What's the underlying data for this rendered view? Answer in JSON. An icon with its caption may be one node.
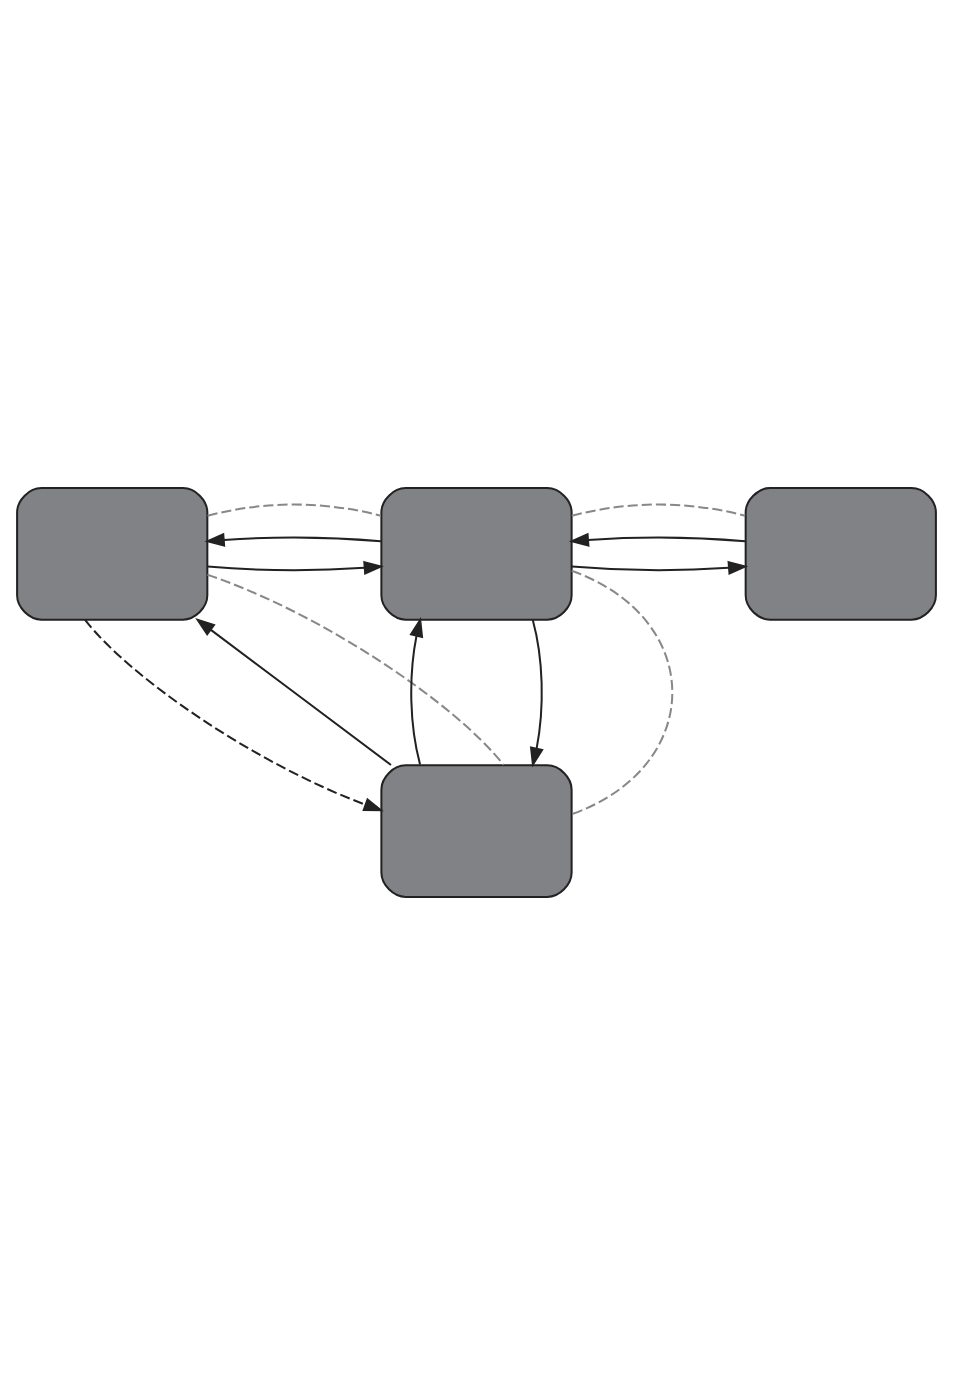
{
  "diagram": {
    "nodes": [
      {
        "text": [],
        "shape": "box"
      },
      {
        "text": [],
        "shape": "box"
      },
      {
        "text": [],
        "shape": "box"
      },
      {
        "text": [],
        "shape": "box"
      }
    ],
    "edges": [
      {
        "from": 0,
        "to": 1,
        "arrow": "to"
      },
      {
        "from": 1,
        "to": 0,
        "arrow": "to"
      },
      {
        "from": 0,
        "to": 1,
        "arrow": "none",
        "style": "dashed",
        "color": "#888888"
      },
      {
        "from": 1,
        "to": 2,
        "arrow": "to"
      },
      {
        "from": 2,
        "to": 1,
        "arrow": "to"
      },
      {
        "from": 1,
        "to": 2,
        "arrow": "none",
        "style": "dashed",
        "color": "#888888"
      },
      {
        "from": 3,
        "to": 1,
        "arrow": "to"
      },
      {
        "from": 1,
        "to": 3,
        "arrow": "to"
      },
      {
        "from": 1,
        "to": 3,
        "arrow": "none",
        "style": "dashed",
        "color": "#888888"
      },
      {
        "from": 0,
        "to": 3,
        "arrow": "to",
        "style": "dashed"
      },
      {
        "from": 3,
        "to": 0,
        "arrow": "to"
      },
      {
        "from": 0,
        "to": 3,
        "arrow": "none",
        "style": "dashed",
        "color": "#888888"
      }
    ]
  }
}
